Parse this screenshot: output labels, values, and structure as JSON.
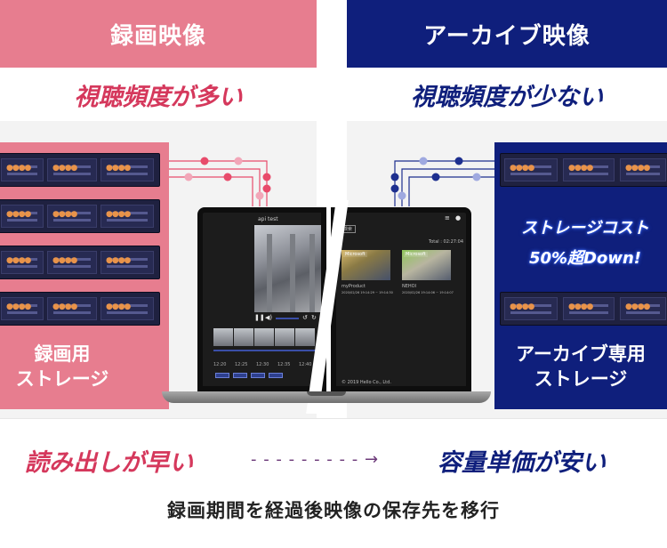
{
  "left": {
    "header": "録画映像",
    "frequency": "視聴頻度が多い",
    "storage_label_line1": "録画用",
    "storage_label_line2": "ストレージ",
    "color": "#e77d8f"
  },
  "right": {
    "header": "アーカイブ映像",
    "frequency": "視聴頻度が少ない",
    "storage_label_line1": "アーカイブ専用",
    "storage_label_line2": "ストレージ",
    "color": "#0f1f7c",
    "badge_line1": "ストレージコスト",
    "badge_line2": "50%超Down!"
  },
  "laptop": {
    "left_title": "api test",
    "right_total": "Total : 02:27:04",
    "search_label": "検索",
    "cam1_tag": "Microsoft",
    "cam2_tag": "Microsoft",
    "cam1_name": "myProduct",
    "cam2_name": "NEHOI",
    "cam1_time": "2020/02/26 19:14:29 ~ 19:14:30",
    "cam2_time": "2020/02/26 19:14:06 ~ 19:14:07",
    "footer": "© 2019 Hello Co., Ltd.",
    "ticks": [
      "12:20",
      "12:25",
      "12:30",
      "12:35",
      "12:40"
    ]
  },
  "bottom": {
    "fast": "読み出しが早い",
    "arrow": "- - - - - - - - - →",
    "cheap": "容量単価が安い",
    "caption": "録画期間を経過後映像の保存先を移行"
  },
  "colors": {
    "pink": "#e77d8f",
    "pink_text": "#d5385c",
    "navy": "#0f1f7c",
    "wire_pink": "#e84b6b",
    "wire_navy": "#1d2f8f"
  }
}
